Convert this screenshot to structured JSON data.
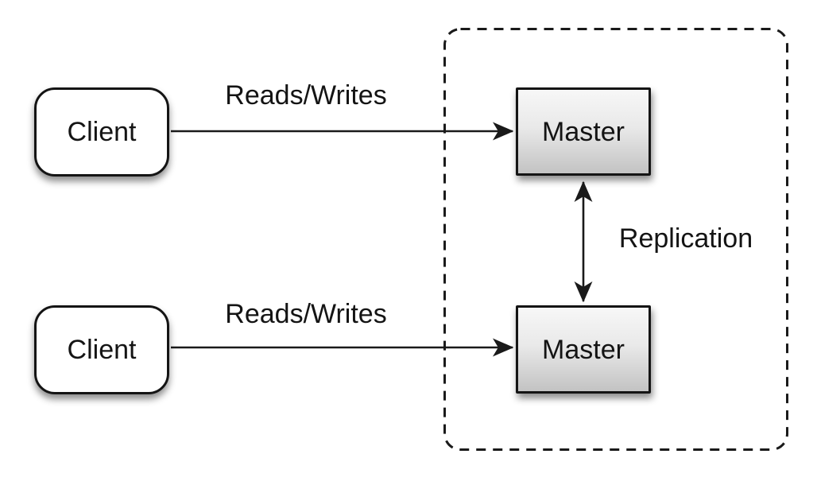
{
  "nodes": {
    "client_top": {
      "label": "Client"
    },
    "client_bottom": {
      "label": "Client"
    },
    "master_top": {
      "label": "Master"
    },
    "master_bottom": {
      "label": "Master"
    }
  },
  "edges": {
    "reads_writes_top": {
      "label": "Reads/Writes"
    },
    "reads_writes_bottom": {
      "label": "Reads/Writes"
    },
    "replication": {
      "label": "Replication"
    }
  },
  "colors": {
    "background": "#ffffff",
    "line": "#1a1a1a",
    "node_border": "#141414",
    "client_fill": "#ffffff",
    "master_fill_top": "#f7f7f7",
    "master_fill_bottom": "#c3c3c3",
    "text": "#141414"
  }
}
